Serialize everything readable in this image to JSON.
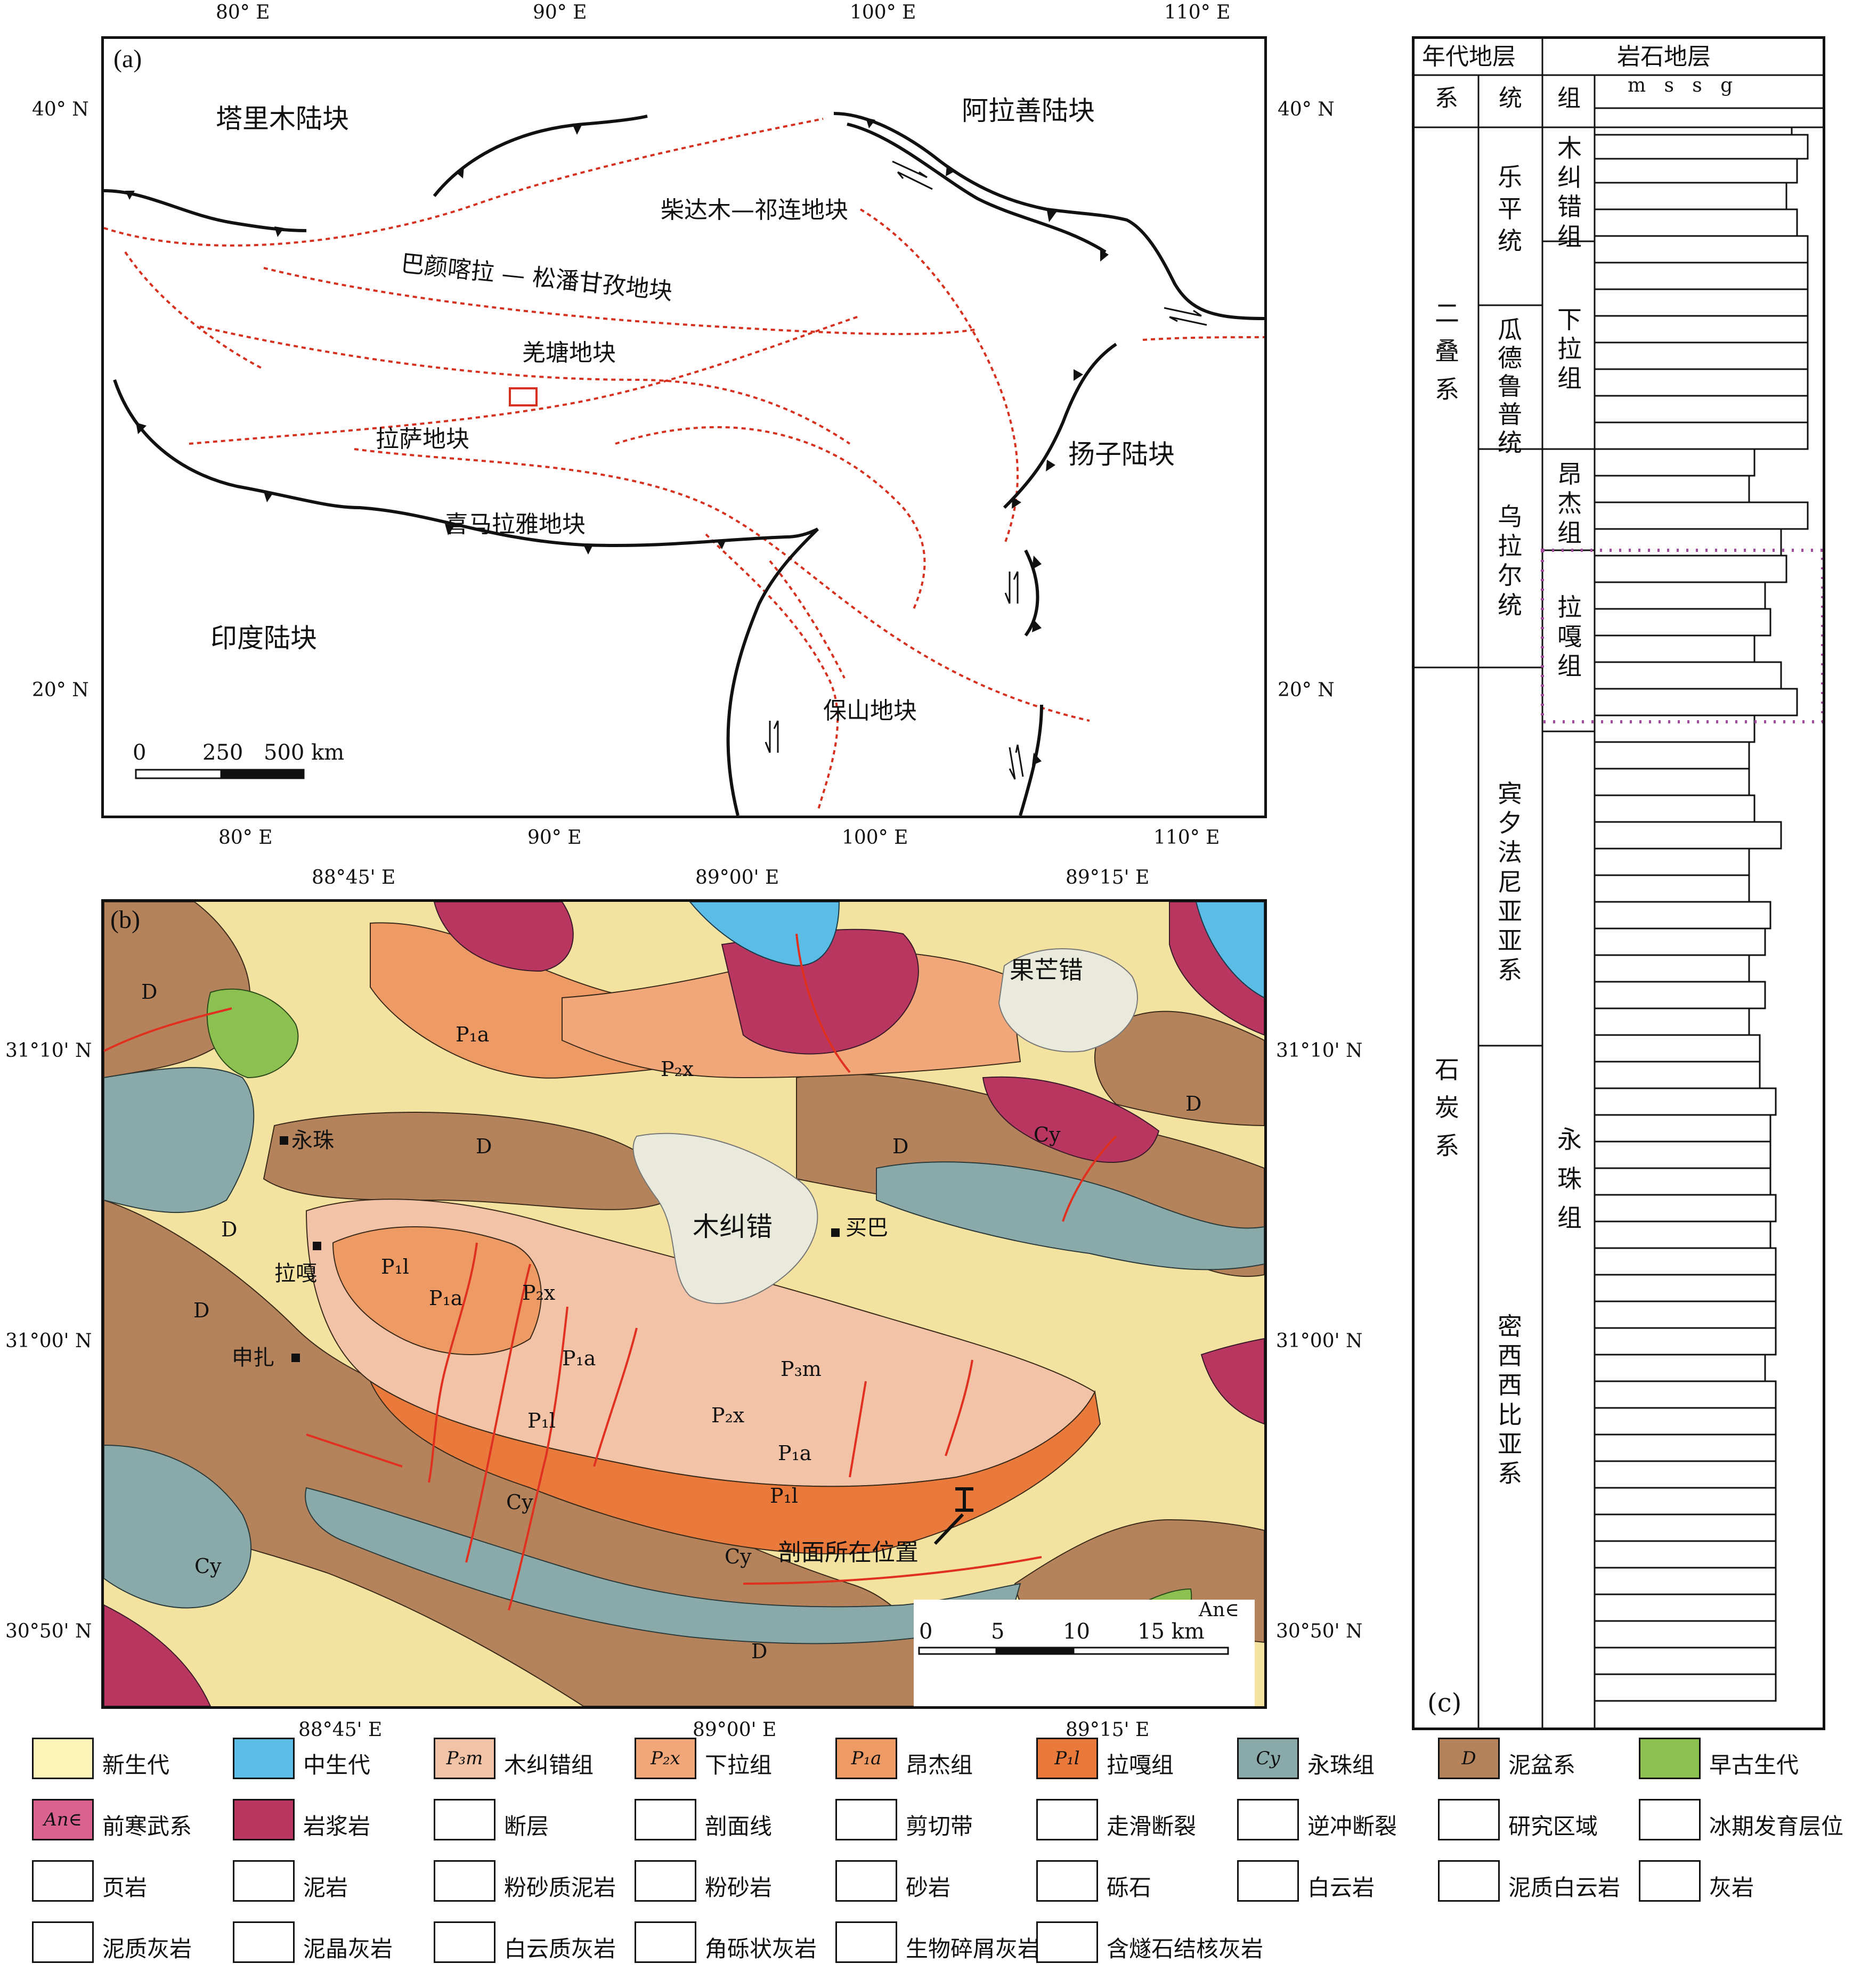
{
  "panel_a": {
    "label": "(a)",
    "lon_ticks_top": [
      "80° E",
      "90° E",
      "100° E",
      "110° E"
    ],
    "lon_ticks_bottom": [
      "80° E",
      "90° E",
      "100° E",
      "110° E"
    ],
    "lat_left": [
      "40° N",
      "20° N"
    ],
    "lat_right": [
      "40° N",
      "20° N"
    ],
    "blocks": {
      "tarim": "塔里木陆块",
      "alxa": "阿拉善陆块",
      "qaidam": "柴达木—祁连地块",
      "bayan": "巴颜喀拉 — 松潘甘孜地块",
      "qiangtang": "羌塘地块",
      "lhasa": "拉萨地块",
      "yangtze": "扬子陆块",
      "himalaya": "喜马拉雅地块",
      "india": "印度陆块",
      "baoshan": "保山地块"
    },
    "scale": {
      "zero": "0",
      "mid": "250",
      "end": "500 km"
    }
  },
  "panel_b": {
    "label": "(b)",
    "lon_ticks_top": [
      "88°45' E",
      "89°00' E",
      "89°15' E"
    ],
    "lon_ticks_bottom": [
      "88°45' E",
      "89°00' E",
      "89°15' E"
    ],
    "lat_left": [
      "31°10' N",
      "31°00' N",
      "30°50' N"
    ],
    "lat_right": [
      "31°10' N",
      "31°00' N",
      "30°50' N"
    ],
    "places": {
      "guomang": "果芒错",
      "mujiu": "木纠错",
      "maiba": "买巴",
      "yongzhu": "永珠",
      "laga": "拉嘎",
      "shenzha": "申扎",
      "section": "剖面所在位置",
      "anc": "An∈"
    },
    "units": {
      "p1a": "P₁a",
      "p2x": "P₂x",
      "p3m": "P₃m",
      "p1l": "P₁l",
      "cy": "Cy",
      "d": "D"
    },
    "scale": {
      "t0": "0",
      "t1": "5",
      "t2": "10",
      "t3": "15 km"
    }
  },
  "panel_c": {
    "label": "(c)",
    "header": {
      "chrono": "年代地层",
      "litho": "岩石地层",
      "system": "系",
      "series": "统",
      "formation": "组",
      "grain": "m   s   s   g"
    },
    "systems": [
      "二叠系",
      "石炭系"
    ],
    "series": [
      "乐平统",
      "瓜德鲁普统",
      "乌拉尔统",
      "宾夕法尼亚亚系",
      "密西西比亚系"
    ],
    "formations": [
      "木纠错组",
      "下拉组",
      "昂杰组",
      "拉嘎组",
      "永珠组"
    ]
  },
  "legend": [
    {
      "key": "cenozoic",
      "label": "新生代",
      "swatch": "",
      "color": "#fbf3b8"
    },
    {
      "key": "mesozoic",
      "label": "中生代",
      "swatch": "",
      "color": "#5bbde6"
    },
    {
      "key": "p3m",
      "label": "木纠错组",
      "swatch": "P₃m",
      "color": "#f3c3a8"
    },
    {
      "key": "p2x",
      "label": "下拉组",
      "swatch": "P₂x",
      "color": "#f2a77a"
    },
    {
      "key": "p1a",
      "label": "昂杰组",
      "swatch": "P₁a",
      "color": "#ee9a65"
    },
    {
      "key": "p1l",
      "label": "拉嘎组",
      "swatch": "P₁l",
      "color": "#ea7a3c"
    },
    {
      "key": "cy",
      "label": "永珠组",
      "swatch": "Cy",
      "color": "#8aaaa9"
    },
    {
      "key": "d",
      "label": "泥盆系",
      "swatch": "D",
      "color": "#b5835b"
    },
    {
      "key": "epz",
      "label": "早古生代",
      "swatch": "",
      "color": "#8cc152"
    },
    {
      "key": "anc",
      "label": "前寒武系",
      "swatch": "An∈",
      "color": "#d9628e"
    },
    {
      "key": "magma",
      "label": "岩浆岩",
      "swatch": "",
      "color": "#b8365f"
    },
    {
      "key": "fault",
      "label": "断层",
      "swatch": "",
      "color": "#ffffff"
    },
    {
      "key": "section",
      "label": "剖面线",
      "swatch": "",
      "color": "#ffffff"
    },
    {
      "key": "shear",
      "label": "剪切带",
      "swatch": "",
      "color": "#ffffff"
    },
    {
      "key": "strike",
      "label": "走滑断裂",
      "swatch": "",
      "color": "#ffffff"
    },
    {
      "key": "thrust",
      "label": "逆冲断裂",
      "swatch": "",
      "color": "#ffffff"
    },
    {
      "key": "study",
      "label": "研究区域",
      "swatch": "",
      "color": "#ffffff"
    },
    {
      "key": "glacial",
      "label": "冰期发育层位",
      "swatch": "",
      "color": "#ffffff"
    },
    {
      "key": "shale",
      "label": "页岩",
      "swatch": "",
      "color": "#ffffff"
    },
    {
      "key": "mudstone",
      "label": "泥岩",
      "swatch": "",
      "color": "#ffffff"
    },
    {
      "key": "silty_mud",
      "label": "粉砂质泥岩",
      "swatch": "",
      "color": "#ffffff"
    },
    {
      "key": "siltstone",
      "label": "粉砂岩",
      "swatch": "",
      "color": "#ffffff"
    },
    {
      "key": "sandstone",
      "label": "砂岩",
      "swatch": "",
      "color": "#ffffff"
    },
    {
      "key": "gravel",
      "label": "砾石",
      "swatch": "",
      "color": "#ffffff"
    },
    {
      "key": "dolomite",
      "label": "白云岩",
      "swatch": "",
      "color": "#ffffff"
    },
    {
      "key": "mud_dolomite",
      "label": "泥质白云岩",
      "swatch": "",
      "color": "#ffffff"
    },
    {
      "key": "limestone",
      "label": "灰岩",
      "swatch": "",
      "color": "#ffffff"
    },
    {
      "key": "mud_limestone",
      "label": "泥质灰岩",
      "swatch": "",
      "color": "#ffffff"
    },
    {
      "key": "micrite",
      "label": "泥晶灰岩",
      "swatch": "",
      "color": "#ffffff"
    },
    {
      "key": "dolo_limestone",
      "label": "白云质灰岩",
      "swatch": "",
      "color": "#ffffff"
    },
    {
      "key": "breccia",
      "label": "角砾状灰岩",
      "swatch": "",
      "color": "#ffffff"
    },
    {
      "key": "bioclastic",
      "label": "生物碎屑灰岩",
      "swatch": "",
      "color": "#ffffff"
    },
    {
      "key": "chert",
      "label": "含燧石结核灰岩",
      "swatch": "",
      "color": "#ffffff"
    }
  ]
}
